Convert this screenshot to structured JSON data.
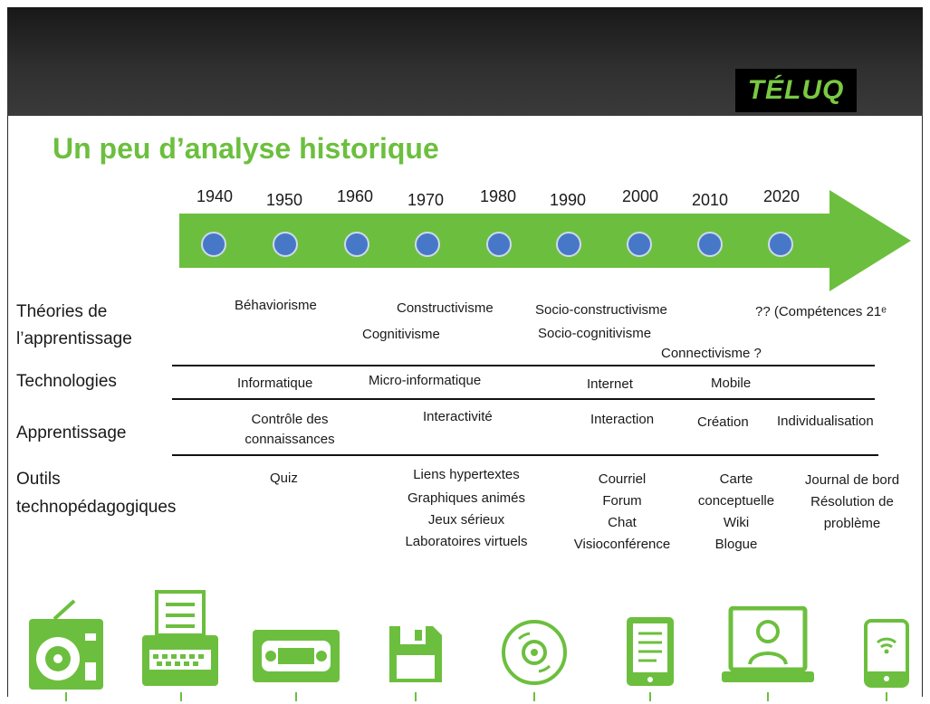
{
  "header": {
    "logo_text": "TÉLUQ"
  },
  "title": "Un peu d’analyse historique",
  "timeline": {
    "years": [
      "1940",
      "1950",
      "1960",
      "1970",
      "1980",
      "1990",
      "2000",
      "2010",
      "2020"
    ]
  },
  "rows": {
    "theories": {
      "label_line1": "Théories de",
      "label_line2": "l’apprentissage",
      "items": [
        "Béhaviorisme",
        "Constructivisme",
        "Cognitivisme",
        "Socio-constructivisme",
        "Socio-cognitivisme",
        "Connectivisme ?",
        "?? (Compétences 21ᵉ"
      ]
    },
    "technologies": {
      "label": "Technologies",
      "items": [
        "Informatique",
        "Micro-informatique",
        "Internet",
        "Mobile"
      ]
    },
    "apprentissage": {
      "label": "Apprentissage",
      "items": [
        "Contrôle des",
        "connaissances",
        "Interactivité",
        "Interaction",
        "Création",
        "Individualisation"
      ]
    },
    "outils": {
      "label_line1": "Outils",
      "label_line2": "technopédagogiques",
      "quiz": "Quiz",
      "col2": [
        "Liens hypertextes",
        "Graphiques animés",
        "Jeux sérieux",
        "Laboratoires virtuels"
      ],
      "col3": [
        "Courriel",
        "Forum",
        "Chat",
        "Visioconférence"
      ],
      "col4": [
        "Carte",
        "conceptuelle",
        "Wiki",
        "Blogue"
      ],
      "col5": [
        "Journal de bord",
        "Résolution de",
        "problème"
      ]
    }
  },
  "icons": [
    "radio-icon",
    "typewriter-icon",
    "videotape-icon",
    "floppy-disk-icon",
    "cd-icon",
    "tablet-icon",
    "computer-user-icon",
    "smartphone-wifi-icon"
  ],
  "colors": {
    "accent": "#6cbf3e",
    "dot": "#4778c8",
    "banner": "#2a2a2a"
  }
}
